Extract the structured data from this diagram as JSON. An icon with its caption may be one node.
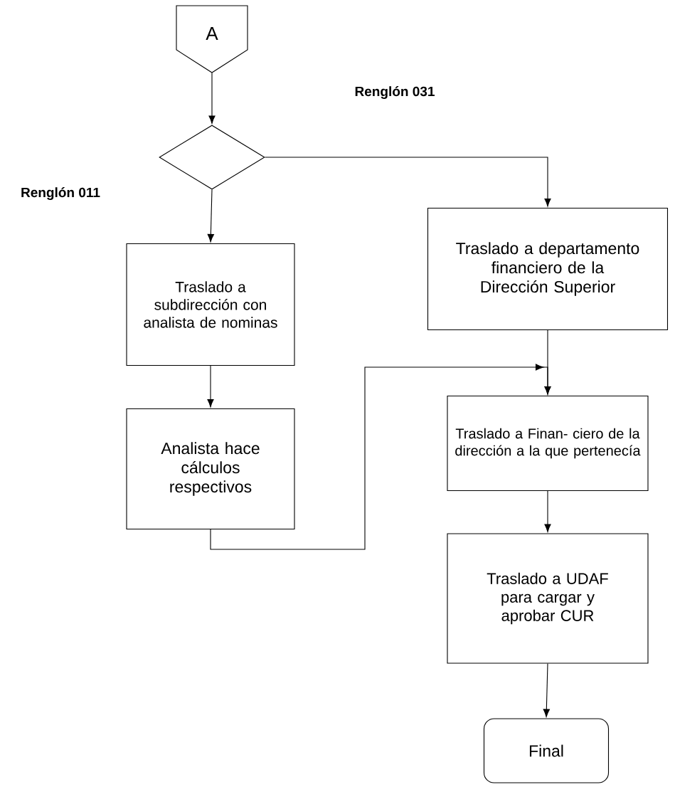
{
  "diagram": {
    "nodes": [
      {
        "text": [
          "A"
        ]
      },
      {
        "text": [],
        "shape": "diamond"
      },
      {
        "text": [
          "Traslado a subdirección con analista de nominas"
        ]
      },
      {
        "text": [
          "Analista hace cálculos respectivos"
        ]
      },
      {
        "text": [
          "Traslado a departamento financiero de la Dirección Superior"
        ]
      },
      {
        "text": [
          "Traslado a Finan- ciero de la dirección a la que pertenecía"
        ]
      },
      {
        "text": [
          "Traslado a UDAF para cargar y aprobar CUR"
        ]
      },
      {
        "text": [
          "Final"
        ]
      }
    ],
    "edges": [
      {
        "from": 0,
        "to": 1,
        "arrow": "to"
      },
      {
        "from": 1,
        "to": 2,
        "arrow": "to"
      },
      {
        "from": 1,
        "to": 4,
        "arrow": "to"
      },
      {
        "from": 2,
        "to": 3,
        "arrow": "to"
      },
      {
        "from": 4,
        "to": 5,
        "arrow": "to"
      },
      {
        "from": 3,
        "to": 5,
        "arrow": "to"
      },
      {
        "from": 5,
        "to": 6,
        "arrow": "to"
      },
      {
        "from": 6,
        "to": 7,
        "arrow": "to"
      }
    ],
    "labels": [
      "Renglón 031",
      "Renglón 011"
    ]
  }
}
